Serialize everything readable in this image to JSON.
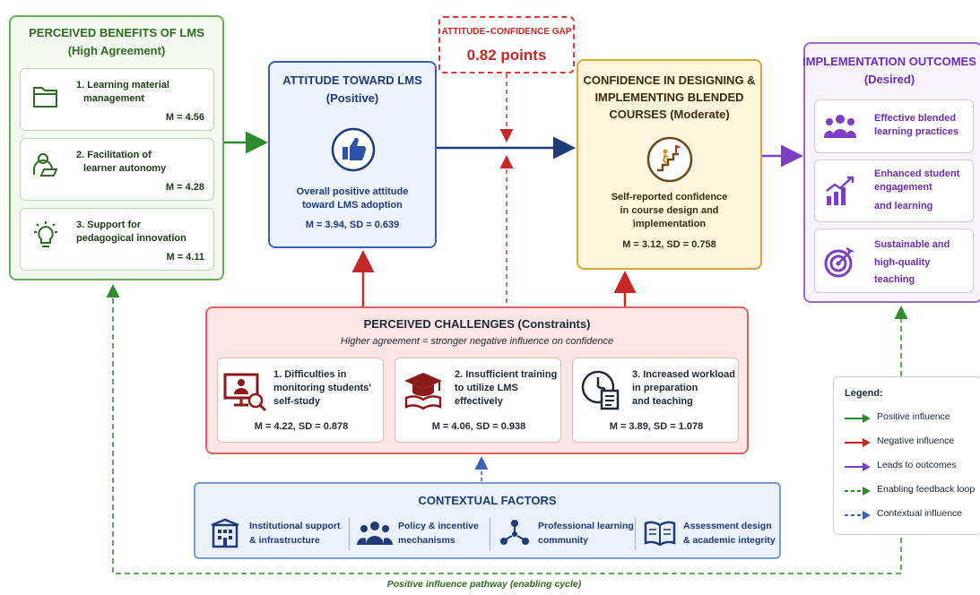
{
  "benefits": {
    "title": "PERCEIVED BENEFITS OF LMS",
    "subtitle": "(High Agreement)",
    "items": [
      {
        "line1": "1. Learning material",
        "line2": "management",
        "m": "M = 4.56",
        "icon": "folder-icon"
      },
      {
        "line1": "2. Facilitation of",
        "line2": "learner autonomy",
        "m": "M = 4.28",
        "icon": "learner-laptop-icon"
      },
      {
        "line1": "3. Support for",
        "line2": "pedagogical innovation",
        "m": "M = 4.11",
        "icon": "lightbulb-icon"
      }
    ]
  },
  "attitude": {
    "title": "ATTITUDE TOWARD LMS",
    "subtitle": "(Positive)",
    "line1": "Overall positive attitude",
    "line2": "toward LMS adoption",
    "stats": "M = 3.94, SD = 0.639",
    "icon": "thumbs-up-icon"
  },
  "gap": {
    "label": "ATTITUDE–CONFIDENCE GAP",
    "value": "0.82 points"
  },
  "confidence": {
    "title1": "CONFIDENCE IN DESIGNING &",
    "title2": "IMPLEMENTING BLENDED",
    "title3": "COURSES (Moderate)",
    "line1": "Self-reported confidence",
    "line2": "in course design and",
    "line3": "implementation",
    "stats": "M = 3.12, SD = 0.758",
    "icon": "climbing-stairs-icon"
  },
  "outcomes": {
    "title": "IMPLEMENTATION OUTCOMES",
    "subtitle": "(Desired)",
    "items": [
      {
        "lines": [
          "Effective blended",
          "learning practices"
        ],
        "icon": "group-icon"
      },
      {
        "lines": [
          "Enhanced student",
          "engagement",
          "and learning"
        ],
        "icon": "growth-chart-icon"
      },
      {
        "lines": [
          "Sustainable and",
          "high-quality",
          "teaching"
        ],
        "icon": "target-icon"
      }
    ]
  },
  "challenges": {
    "title": "PERCEIVED CHALLENGES (Constraints)",
    "subtitle": "Higher agreement = stronger negative influence on confidence",
    "items": [
      {
        "lines": [
          "1. Difficulties in",
          "monitoring students'",
          "self-study"
        ],
        "stats": "M = 4.22, SD = 0.878",
        "icon": "monitor-search-icon"
      },
      {
        "lines": [
          "2. Insufficient training",
          "to utilize LMS",
          "effectively"
        ],
        "stats": "M = 4.06, SD = 0.938",
        "icon": "graduation-cap-icon"
      },
      {
        "lines": [
          "3. Increased workload",
          "in preparation",
          "and teaching"
        ],
        "stats": "M = 3.89, SD = 1.078",
        "icon": "clock-document-icon"
      }
    ]
  },
  "context": {
    "title": "CONTEXTUAL FACTORS",
    "items": [
      {
        "line1": "Institutional support",
        "line2": "& infrastructure",
        "icon": "building-icon"
      },
      {
        "line1": "Policy & incentive",
        "line2": "mechanisms",
        "icon": "people-icon"
      },
      {
        "line1": "Professional learning",
        "line2": "community",
        "icon": "network-icon"
      },
      {
        "line1": "Assessment design",
        "line2": "& academic integrity",
        "icon": "book-icon"
      }
    ]
  },
  "legend": {
    "title": "Legend:",
    "items": [
      {
        "label": "Positive influence",
        "color": "#2f8a2f",
        "dashed": false
      },
      {
        "label": "Negative influence",
        "color": "#c62828",
        "dashed": false
      },
      {
        "label": "Leads to outcomes",
        "color": "#7b3fc4",
        "dashed": false
      },
      {
        "label": "Enabling feedback loop",
        "color": "#2f8a2f",
        "dashed": true
      },
      {
        "label": "Contextual influence",
        "color": "#3b63b6",
        "dashed": true
      }
    ]
  },
  "pathway": "Positive influence pathway (enabling cycle)",
  "colors": {
    "positive": "#2f8a2f",
    "negative": "#c62828",
    "outcome": "#7b3fc4",
    "contextual": "#3b63b6",
    "attitude_arrow": "#1e3a78"
  }
}
